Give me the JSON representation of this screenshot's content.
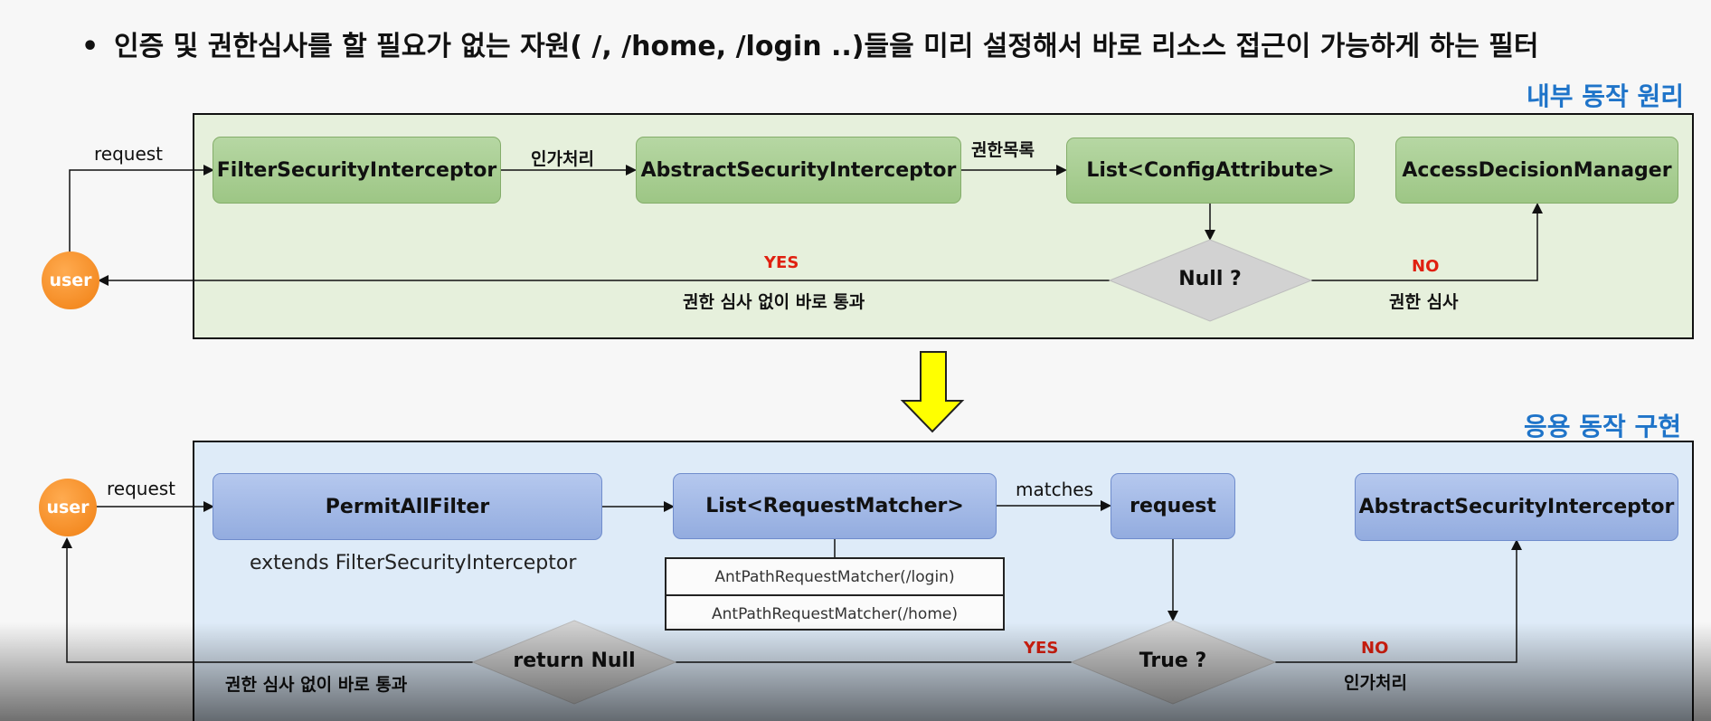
{
  "header": {
    "bullet": "•",
    "text": "인증 및 권한심사를 할 필요가 없는 자원( /, /home, /login ..)들을 미리 설정해서 바로 리소스 접근이 가능하게 하는 필터"
  },
  "top": {
    "title": "내부 동작 원리",
    "user": "user",
    "request_label": "request",
    "boxes": {
      "filter": "FilterSecurityInterceptor",
      "abstract": "AbstractSecurityInterceptor",
      "list": "List<ConfigAttribute>",
      "manager": "AccessDecisionManager"
    },
    "edge_labels": {
      "authorize": "인가처리",
      "authority_list": "권한목록",
      "yes": "YES",
      "no": "NO",
      "pass_through": "권한 심사 없이 바로 통과",
      "review": "권한 심사"
    },
    "decision": "Null ?"
  },
  "bottom": {
    "title": "응용 동작 구현",
    "user": "user",
    "request_label": "request",
    "boxes": {
      "permit": "PermitAllFilter",
      "matchers": "List<RequestMatcher>",
      "request": "request",
      "abstract": "AbstractSecurityInterceptor"
    },
    "extends_text": "extends FilterSecurityInterceptor",
    "matcher_rows": [
      "AntPathRequestMatcher(/login)",
      "AntPathRequestMatcher(/home)"
    ],
    "edge_labels": {
      "matches": "matches",
      "yes": "YES",
      "no": "NO",
      "pass_through": "권한 심사 없이 바로 통과",
      "authorize": "인가처리"
    },
    "decisions": {
      "return_null": "return Null",
      "true_check": "True ?"
    }
  },
  "colors": {
    "section_title": "#1f74c9",
    "green_panel": "#e6f0dc",
    "blue_panel": "#deebf8",
    "user_orange": "#f07f12",
    "yes_no_red": "#e02010",
    "big_arrow_yellow": "#ffff00"
  }
}
